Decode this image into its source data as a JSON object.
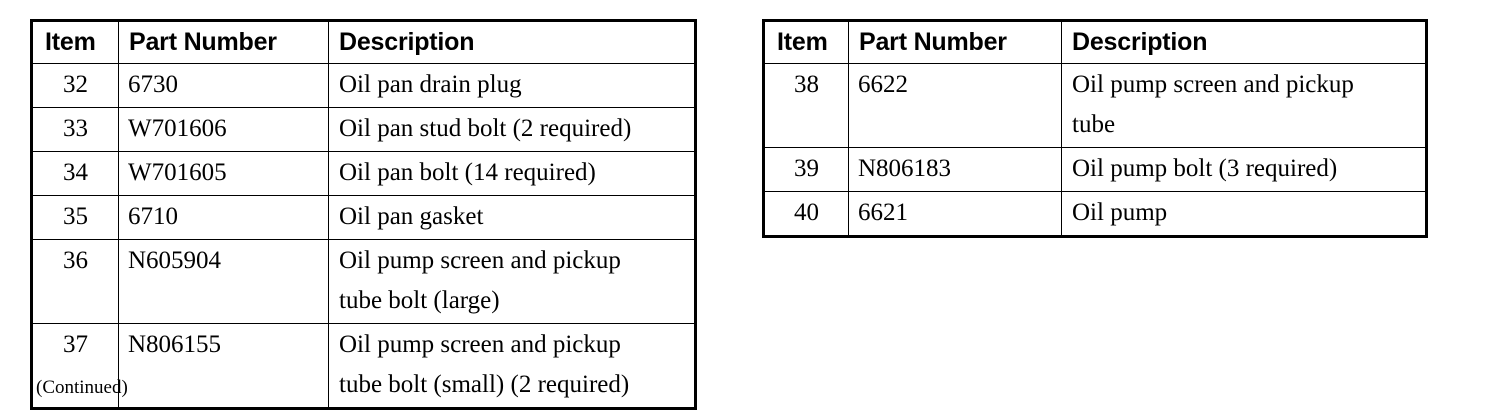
{
  "document": {
    "type": "parts-list-table",
    "footnote": "(Continued)"
  },
  "tables": [
    {
      "id": "left",
      "headers": {
        "item": "Item",
        "part_number": "Part Number",
        "description": "Description"
      },
      "rows": [
        {
          "item": "32",
          "part_number": "6730",
          "description_lines": [
            "Oil pan drain plug"
          ]
        },
        {
          "item": "33",
          "part_number": "W701606",
          "description_lines": [
            "Oil pan stud bolt (2 required)"
          ]
        },
        {
          "item": "34",
          "part_number": "W701605",
          "description_lines": [
            "Oil pan bolt (14 required)"
          ]
        },
        {
          "item": "35",
          "part_number": "6710",
          "description_lines": [
            "Oil pan gasket"
          ]
        },
        {
          "item": "36",
          "part_number": "N605904",
          "description_lines": [
            "Oil pump screen and pickup",
            "tube bolt (large)"
          ]
        },
        {
          "item": "37",
          "part_number": "N806155",
          "description_lines": [
            "Oil pump screen and pickup",
            "tube bolt (small) (2 required)"
          ]
        }
      ]
    },
    {
      "id": "right",
      "headers": {
        "item": "Item",
        "part_number": "Part Number",
        "description": "Description"
      },
      "rows": [
        {
          "item": "38",
          "part_number": "6622",
          "description_lines": [
            "Oil pump screen and pickup",
            "tube"
          ]
        },
        {
          "item": "39",
          "part_number": "N806183",
          "description_lines": [
            "Oil pump bolt (3 required)"
          ]
        },
        {
          "item": "40",
          "part_number": "6621",
          "description_lines": [
            "Oil pump"
          ]
        }
      ]
    }
  ],
  "colors": {
    "ink": "#000000",
    "paper": "#ffffff"
  }
}
